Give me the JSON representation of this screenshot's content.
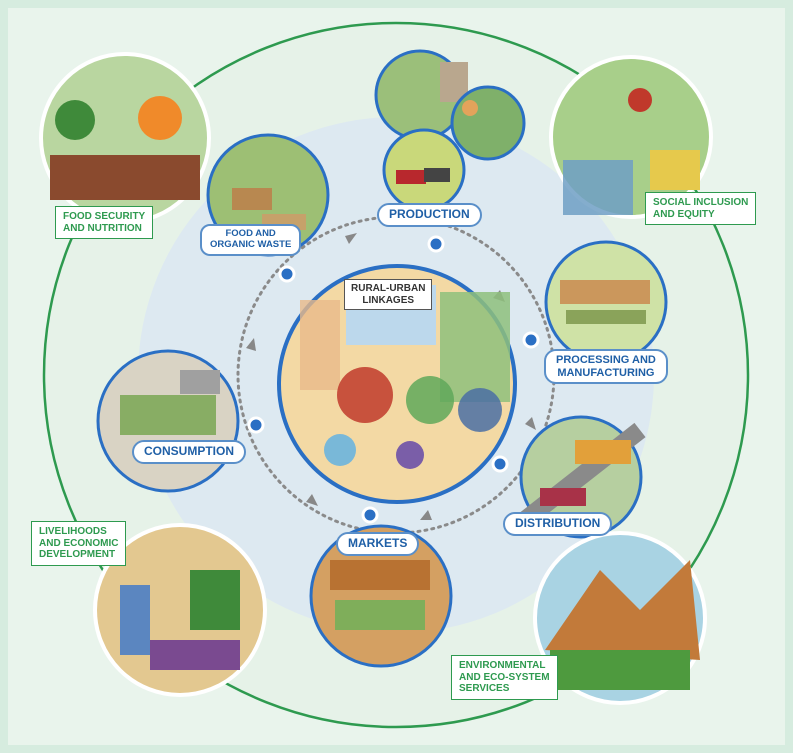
{
  "diagram": {
    "center_label": "RURAL-URBAN\nLINKAGES",
    "cycle_stages": [
      "PRODUCTION",
      "PROCESSING AND\nMANUFACTURING",
      "DISTRIBUTION",
      "MARKETS",
      "CONSUMPTION",
      "FOOD AND\nORGANIC WASTE"
    ],
    "outer_themes": [
      "FOOD SECURITY\nAND NUTRITION",
      "SOCIAL INCLUSION\nAND EQUITY",
      "LIVELIHOODS\nAND ECONOMIC\nDEVELOPMENT",
      "ENVIRONMENTAL\nAND ECO-SYSTEM\nSERVICES"
    ],
    "colors": {
      "background": "#d6ecdf",
      "outer_ring": "#2e9a4f",
      "stage_accent": "#1f5fa6",
      "theme_text": "#2e9a4f"
    }
  }
}
